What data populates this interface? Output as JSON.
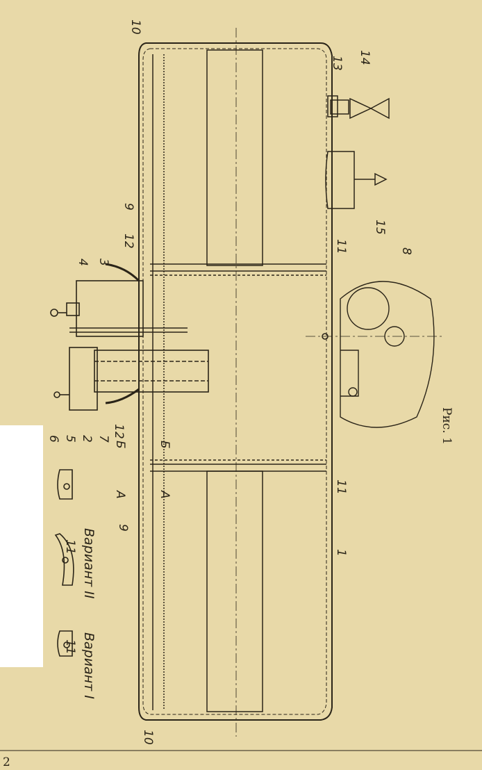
{
  "figure": {
    "caption": "Рис. 1",
    "page_number": "2",
    "variant_1": "Вариант I",
    "variant_2": "Вариант II",
    "callouts": {
      "n1": "1",
      "n2": "2",
      "n3": "3",
      "n4": "4",
      "n5": "5",
      "n6": "6",
      "n7": "7",
      "n8": "8",
      "n9a": "9",
      "n9b": "9",
      "n10a": "10",
      "n10b": "10",
      "n11a": "11",
      "n11b": "11",
      "n11c": "11",
      "n11d": "11",
      "n12a": "12",
      "n12b": "12",
      "n13": "13",
      "n14": "14",
      "n15": "15",
      "secA1": "А",
      "secA2": "А",
      "secB1": "Б",
      "secB2": "Б"
    }
  },
  "colors": {
    "paper": "#e8d9a8",
    "ink": "#2a2418",
    "label_patch": "#ffffff"
  }
}
